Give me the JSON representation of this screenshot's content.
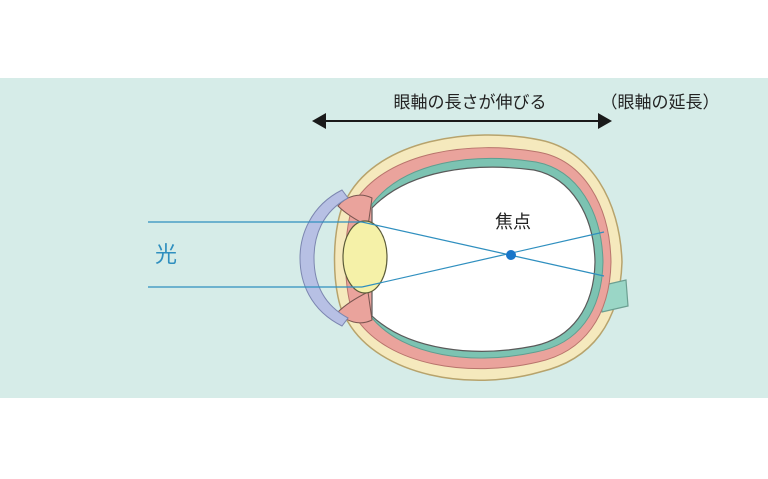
{
  "header": {
    "axial_label": "眼軸の長さが伸びる",
    "axial_note": "（眼軸の延長）"
  },
  "labels": {
    "light": "光",
    "focus": "焦点"
  },
  "colors": {
    "background_band": "#d6ece8",
    "sclera": "#f5e9bd",
    "sclera_outline": "#b7a36c",
    "choroid": "#eaa39c",
    "retina_band": "#7cc3b2",
    "lens": "#f5f1a8",
    "cornea": "#b7c0e4",
    "light_ray": "#2f8fbf",
    "focus_dot": "#1876c9",
    "arrow": "#1a1a1a",
    "optic_nerve": "#9ad6c6"
  }
}
